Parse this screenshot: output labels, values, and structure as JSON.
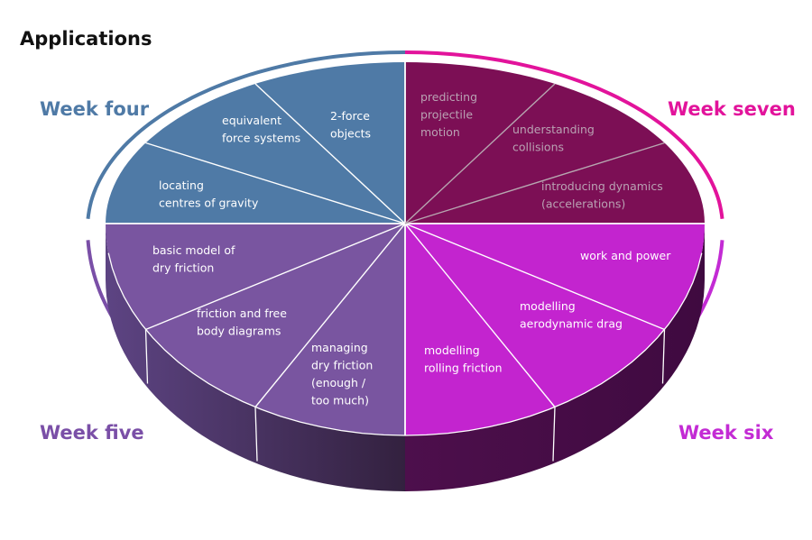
{
  "title": "Applications",
  "colors": {
    "week_four": "#4f7aa6",
    "week_five": "#7955a0",
    "week_six": "#c324cf",
    "week_seven": "#7c0f55",
    "week_four_label": "#4f7aa6",
    "week_five_label": "#7a4fa7",
    "week_six_label": "#c32bd4",
    "week_seven_label": "#e2139b",
    "side_five": "#4b3466",
    "side_six": "#4d0f4c"
  },
  "quadrants": [
    {
      "week": "Week four",
      "position": "top-left",
      "topics": [
        {
          "lines": [
            "2-force",
            "objects"
          ]
        },
        {
          "lines": [
            "equivalent",
            "force systems"
          ]
        },
        {
          "lines": [
            "locating",
            "centres of gravity"
          ]
        }
      ]
    },
    {
      "week": "Week seven",
      "position": "top-right",
      "topics": [
        {
          "lines": [
            "predicting",
            "projectile",
            "motion"
          ]
        },
        {
          "lines": [
            "understanding",
            "collisions"
          ]
        },
        {
          "lines": [
            "introducing dynamics",
            "(accelerations)"
          ]
        }
      ]
    },
    {
      "week": "Week six",
      "position": "bottom-right",
      "topics": [
        {
          "lines": [
            "work and power"
          ]
        },
        {
          "lines": [
            "modelling",
            "aerodynamic drag"
          ]
        },
        {
          "lines": [
            "modelling",
            "rolling friction"
          ]
        }
      ]
    },
    {
      "week": "Week five",
      "position": "bottom-left",
      "topics": [
        {
          "lines": [
            "basic model of",
            "dry friction"
          ]
        },
        {
          "lines": [
            "friction and free",
            "body diagrams"
          ]
        },
        {
          "lines": [
            "managing",
            "dry  friction",
            "(enough /",
            "too much)"
          ]
        }
      ]
    }
  ]
}
